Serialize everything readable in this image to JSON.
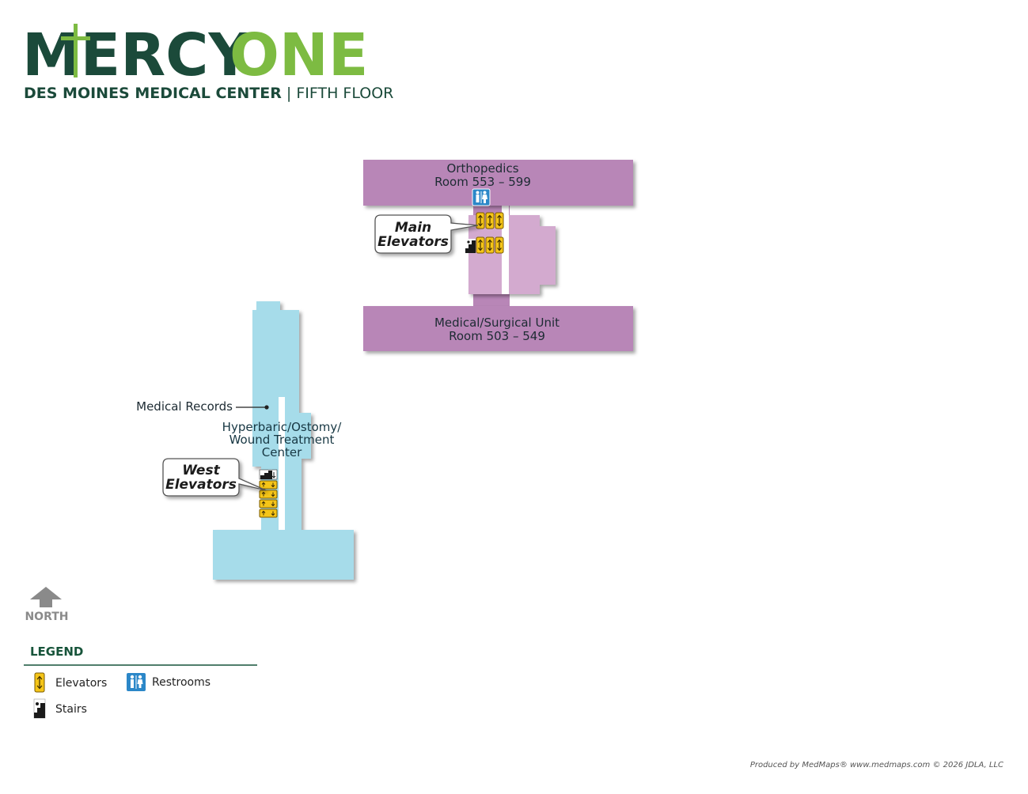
{
  "header": {
    "brand_first": "MERCY",
    "brand_second": "ONE",
    "subtitle_bold": "DES MOINES MEDICAL CENTER",
    "subtitle_sep": " | ",
    "subtitle_floor": "FIFTH FLOOR",
    "brand_dark_color": "#1b4a3a",
    "brand_green_color": "#7dbb42"
  },
  "areas": {
    "ortho_name": "Orthopedics",
    "ortho_rooms": "Room 553 – 599",
    "medsurg_name": "Medical/Surgical Unit",
    "medsurg_rooms": "Room 503 – 549",
    "medical_records": "Medical Records",
    "hyperbaric_line1": "Hyperbaric/Ostomy/",
    "hyperbaric_line2": "Wound Treatment",
    "hyperbaric_line3": "Center",
    "purple_color": "#b886b7",
    "light_purple_color": "#d3aacf",
    "blue_color": "#a6dcea"
  },
  "callouts": {
    "main_line1": "Main",
    "main_line2": "Elevators",
    "west_line1": "West",
    "west_line2": "Elevators"
  },
  "compass": {
    "label": "NORTH"
  },
  "legend": {
    "title": "LEGEND",
    "elevators": "Elevators",
    "restrooms": "Restrooms",
    "stairs": "Stairs"
  },
  "footer": {
    "credit": "Produced by MedMaps®  www.medmaps.com   © 2026 JDLA, LLC"
  }
}
